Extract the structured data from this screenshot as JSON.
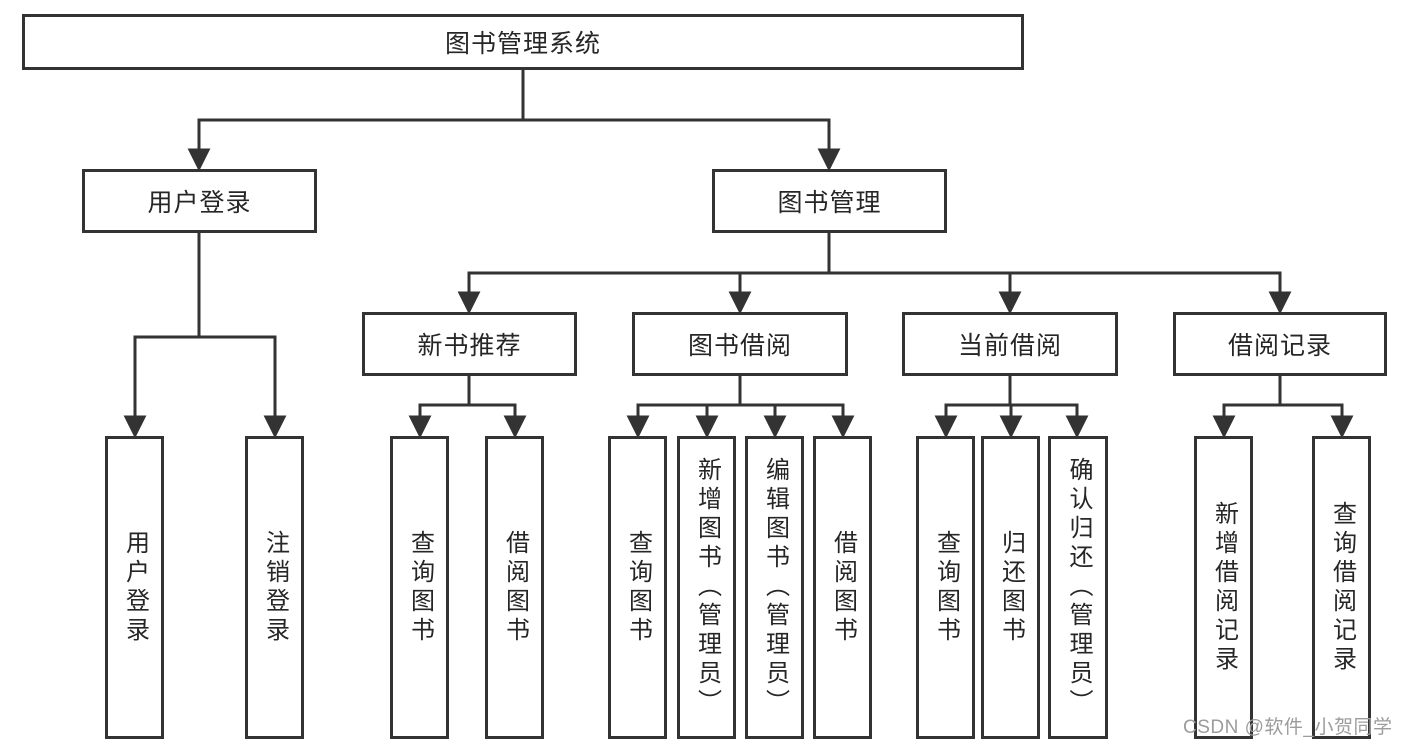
{
  "watermark": "CSDN @软件_小贺同学",
  "colors": {
    "line": "#333333",
    "border": "#333333",
    "text": "#262626",
    "background": "#ffffff",
    "watermark_text": "#9c9c9c"
  },
  "tree": {
    "root": "图书管理系统",
    "children": [
      {
        "label": "用户登录",
        "children": [
          "用户登录",
          "注销登录"
        ]
      },
      {
        "label": "图书管理",
        "children": [
          {
            "label": "新书推荐",
            "children": [
              "查询图书",
              "借阅图书"
            ]
          },
          {
            "label": "图书借阅",
            "children": [
              "查询图书",
              "新增图书（管理员）",
              "编辑图书（管理员）",
              "借阅图书"
            ]
          },
          {
            "label": "当前借阅",
            "children": [
              "查询图书",
              "归还图书",
              "确认归还（管理员）"
            ]
          },
          {
            "label": "借阅记录",
            "children": [
              "新增借阅记录",
              "查询借阅记录"
            ]
          }
        ]
      }
    ]
  }
}
